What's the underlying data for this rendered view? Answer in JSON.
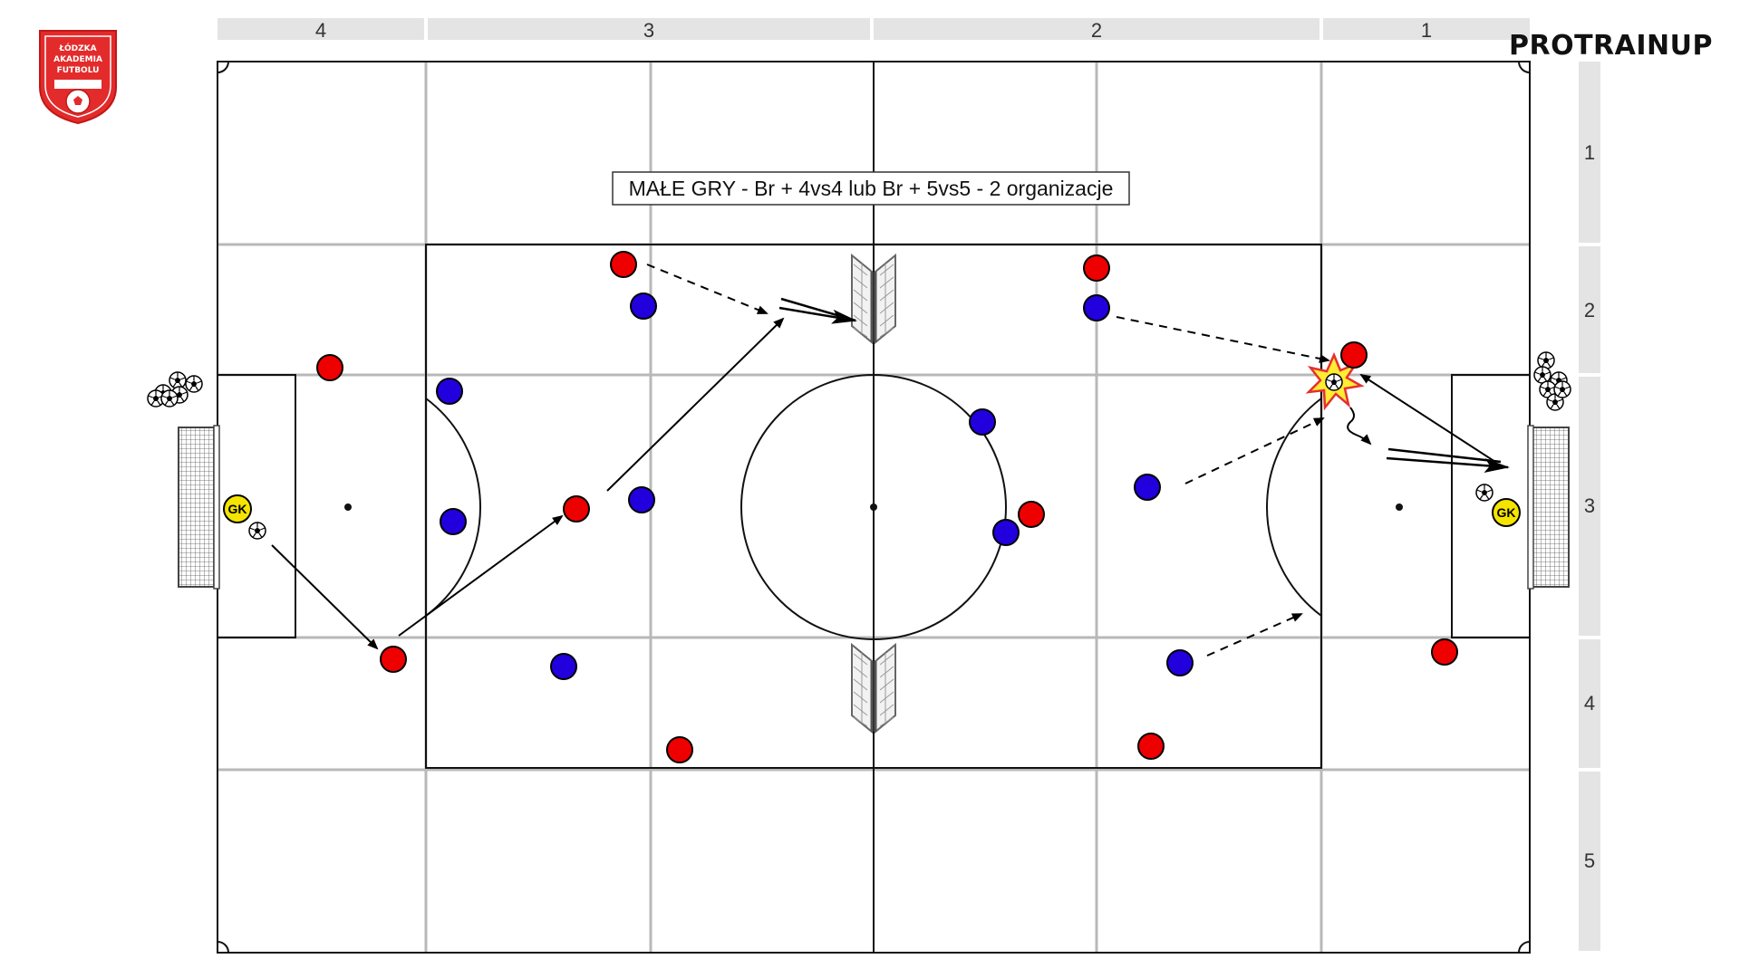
{
  "title": "MAŁE GRY -  Br + 4vs4 lub Br + 5vs5 - 2 organizacje",
  "brand": "PROTRAINUP",
  "logo": {
    "lines": [
      "ŁÓDZKA",
      "AKADEMIA",
      "FUTBOLU"
    ],
    "color": "#e32b2b"
  },
  "columns": {
    "labels": [
      "4",
      "3",
      "2",
      "1"
    ]
  },
  "rows": {
    "labels": [
      "1",
      "2",
      "3",
      "4",
      "5"
    ]
  },
  "goalkeeper_label": "GK",
  "colors": {
    "team_red": "#ee0000",
    "team_blue": "#2200dd",
    "goalkeeper": "#f5e400",
    "zone_bar": "#e4e4e4",
    "field_line": "#111111",
    "grid_line": "#b8b8b8"
  },
  "icons": [
    "soccer-ball-icon",
    "goal-net-icon",
    "mini-goal-icon",
    "star-burst-icon",
    "club-logo-icon"
  ]
}
